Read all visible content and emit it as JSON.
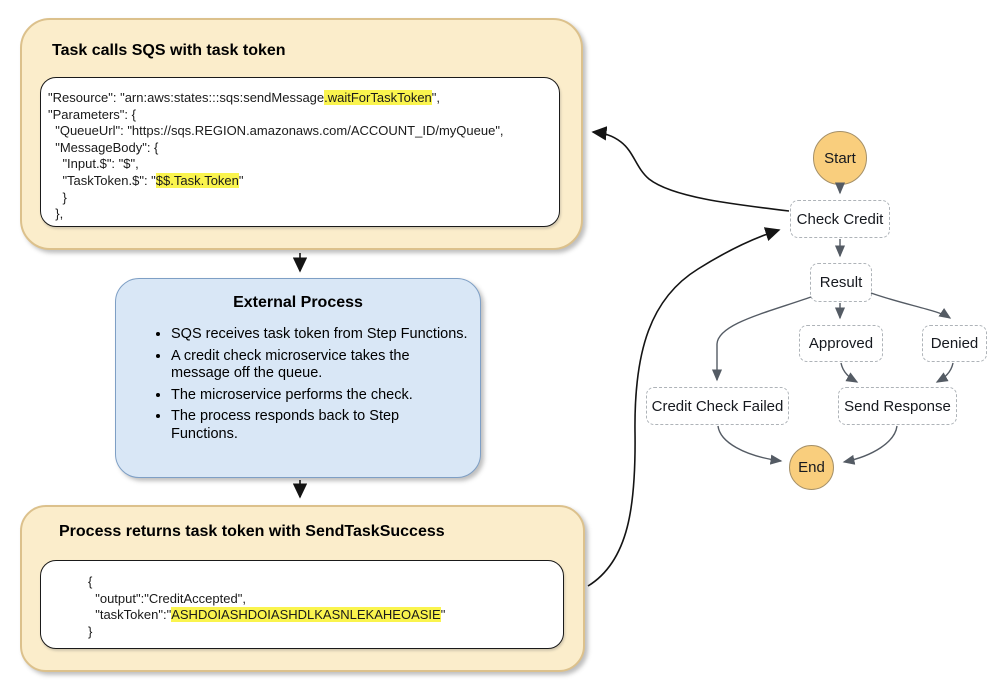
{
  "colors": {
    "panel_tan_fill": "#FBEDCB",
    "panel_tan_border": "#DCC18C",
    "panel_blue_fill": "#D9E7F6",
    "panel_blue_border": "#7E9FC5",
    "highlight_yellow": "#FAF44E",
    "state_circle_fill": "#F9CE7D",
    "state_circle_border": "#A59068",
    "node_dashed_border": "#AEB3B8",
    "flow_edge_gray": "#545B64",
    "callout_arrow_black": "#141414"
  },
  "panels": {
    "sqs_task": {
      "title": "Task calls SQS with task token",
      "code_lines": [
        [
          {
            "t": "\"Resource\": \"arn:aws:states:::sqs:sendMessage"
          },
          {
            "t": ".waitForTaskToken",
            "h": true
          },
          {
            "t": "\","
          }
        ],
        [
          {
            "t": "\"Parameters\": {"
          }
        ],
        [
          {
            "t": "  \"QueueUrl\": \"https://sqs.REGION.amazonaws.com/ACCOUNT_ID/myQueue\","
          }
        ],
        [
          {
            "t": "  \"MessageBody\": {"
          }
        ],
        [
          {
            "t": "    \"Input.$\": \"$\","
          }
        ],
        [
          {
            "t": "    \"TaskToken.$\": \""
          },
          {
            "t": "$$.Task.Token",
            "h": true
          },
          {
            "t": "\""
          }
        ],
        [
          {
            "t": "    }"
          }
        ],
        [
          {
            "t": "  },"
          }
        ]
      ]
    },
    "external_process": {
      "title": "External Process",
      "bullets": [
        "SQS receives task token from Step Functions.",
        "A credit check microservice takes the message off the queue.",
        "The microservice performs the check.",
        "The process responds back to Step Functions."
      ]
    },
    "send_task_success": {
      "title": "Process returns task token with SendTaskSuccess",
      "code_lines": [
        [
          {
            "t": "{"
          }
        ],
        [
          {
            "t": "  \"output\":\"CreditAccepted\","
          }
        ],
        [
          {
            "t": "  \"taskToken\":\""
          },
          {
            "t": "ASHDOIASHDOIASHDLKASNLEKAHEOASIE",
            "h": true
          },
          {
            "t": "\""
          }
        ],
        [
          {
            "t": "}"
          }
        ]
      ]
    }
  },
  "flowchart": {
    "nodes": {
      "start": "Start",
      "check_credit": "Check Credit",
      "result": "Result",
      "approved": "Approved",
      "denied": "Denied",
      "credit_check_failed": "Credit Check Failed",
      "send_response": "Send Response",
      "end": "End"
    }
  }
}
